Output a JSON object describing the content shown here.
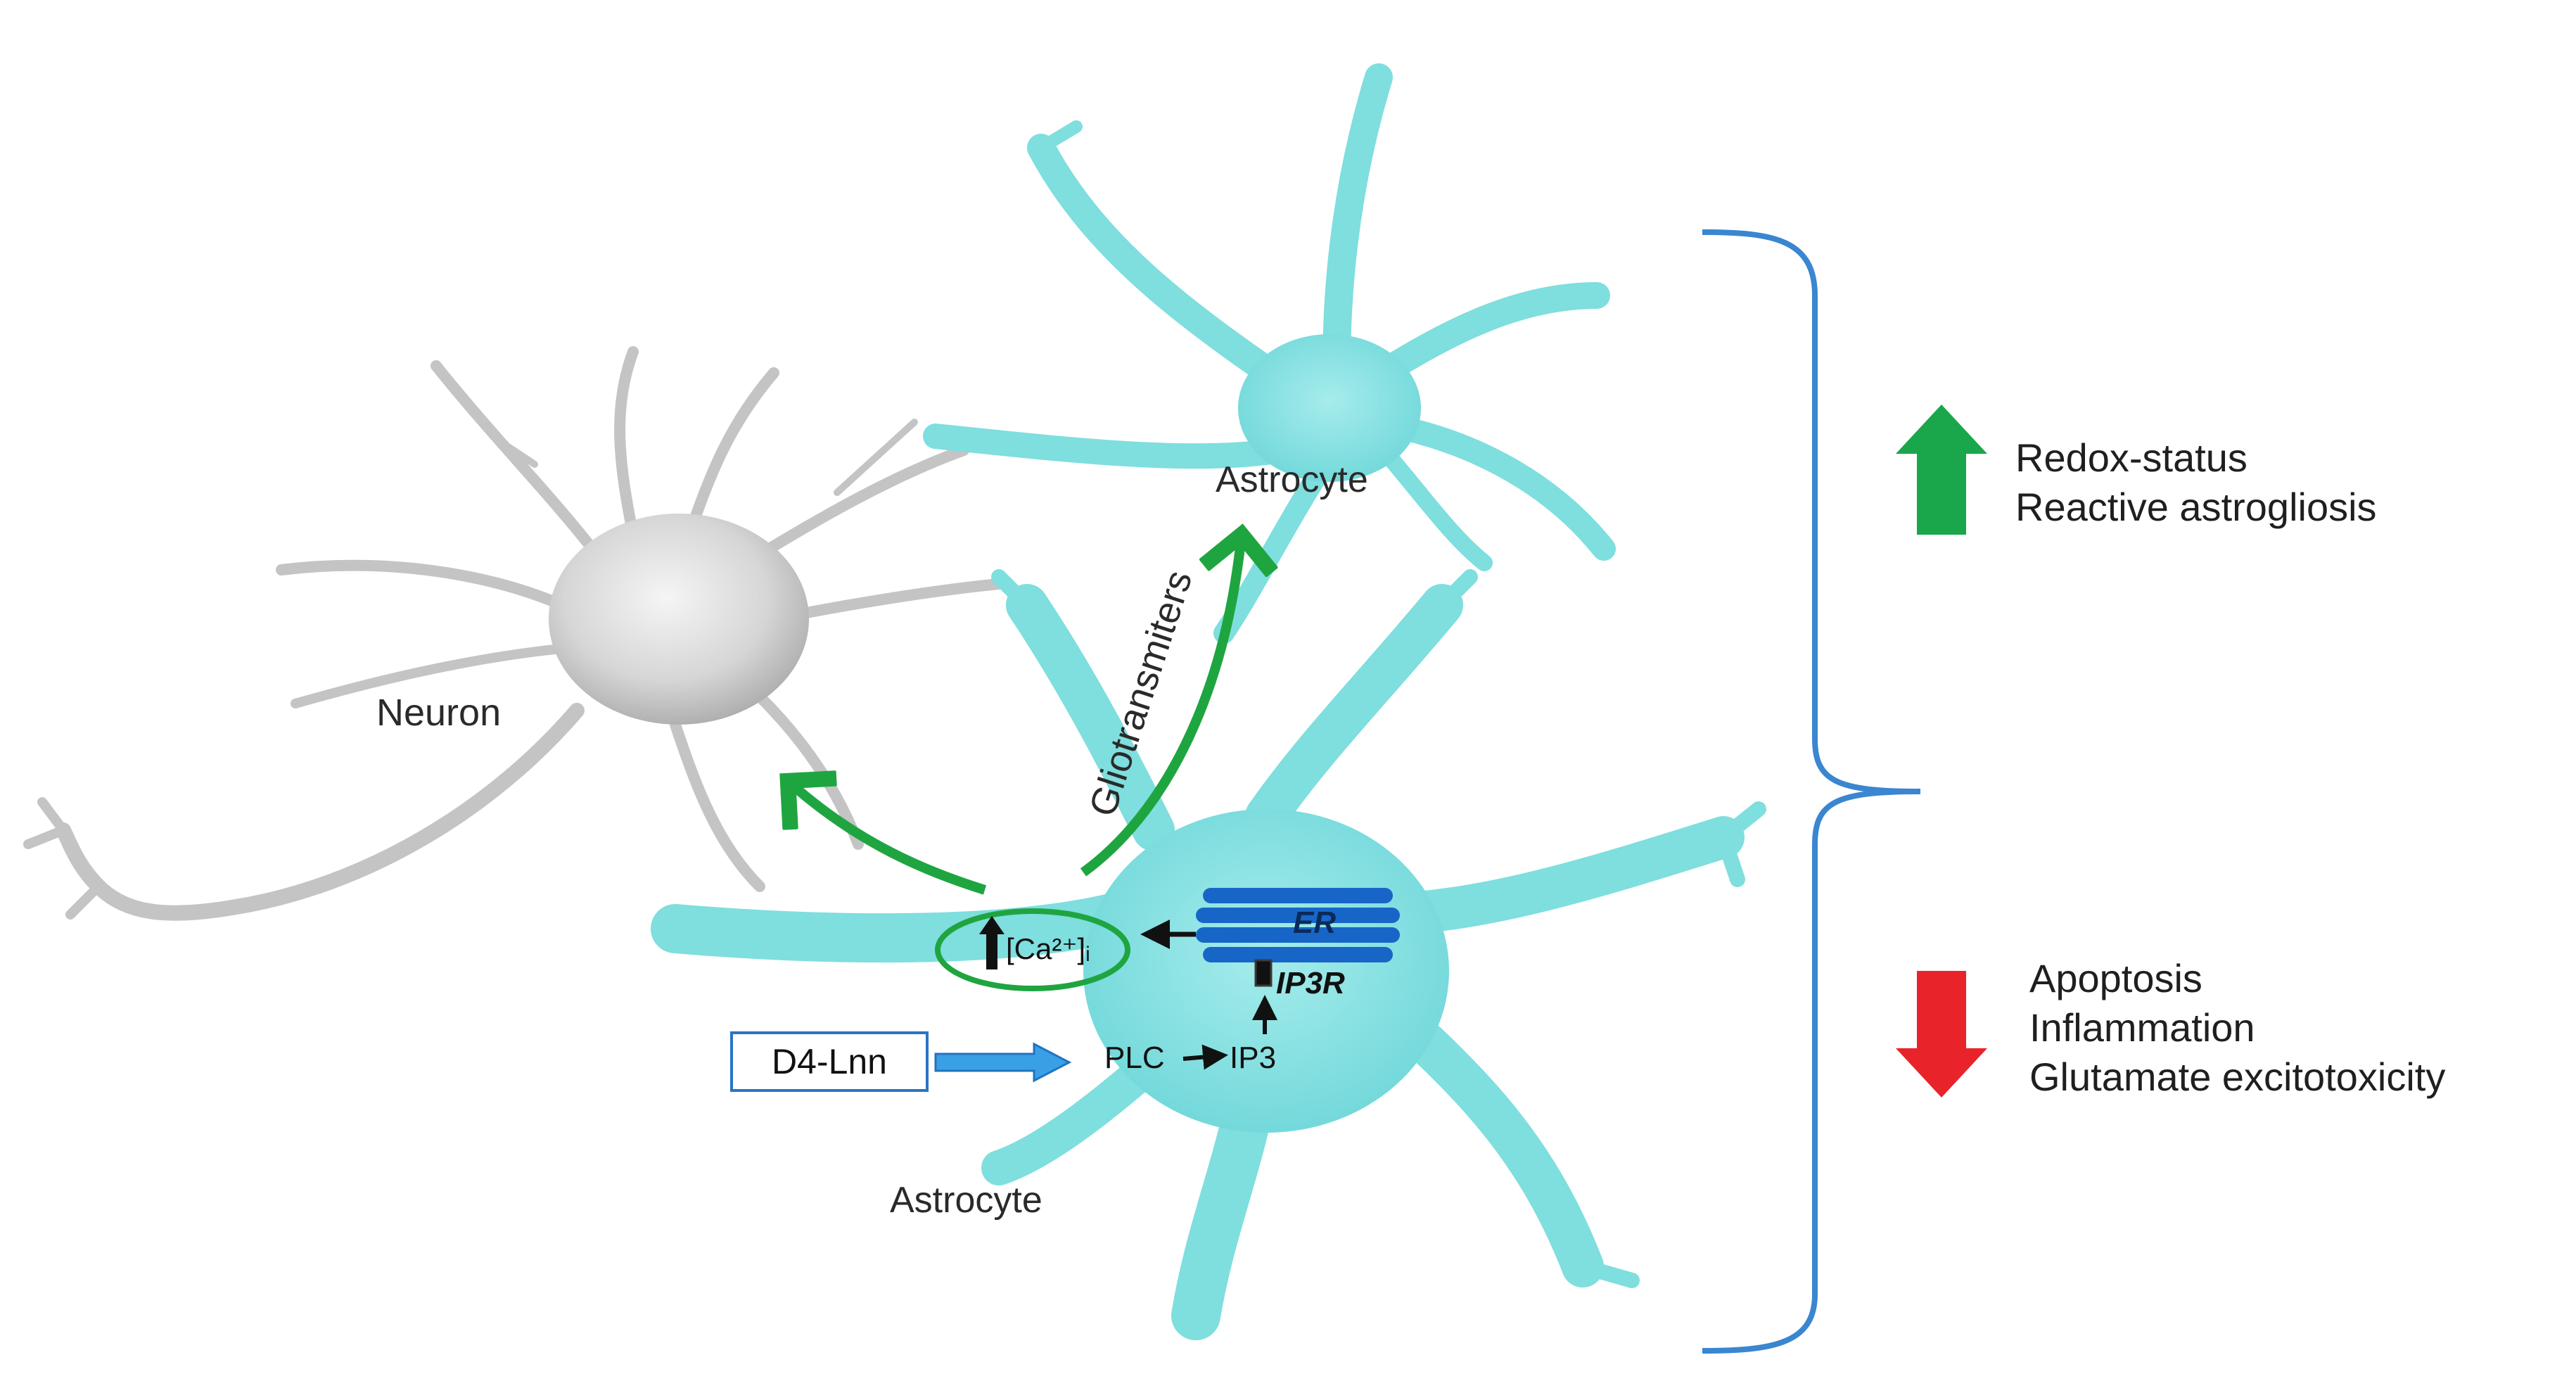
{
  "labels": {
    "neuron": "Neuron",
    "astrocyte_top": "Astrocyte",
    "astrocyte_bottom": "Astrocyte",
    "gliotransmitters": "Gliotransmiters",
    "er": "ER",
    "ip3r": "IP3R",
    "calcium": "[Ca²⁺]ᵢ",
    "plc": "PLC",
    "ip3": "IP3",
    "d4_lnn": "D4-Lnn"
  },
  "effects": {
    "increased": [
      "Redox-status",
      "Reactive astrogliosis"
    ],
    "decreased": [
      "Apoptosis",
      "Inflammation",
      "Glutamate excitotoxicity"
    ]
  },
  "colors": {
    "astrocyte": "#7fdede",
    "neuron": "#d9d9d9",
    "green_arrow": "#1fa540",
    "blue_arrow": "#3aa0e6",
    "er": "#1766c7",
    "bracket": "#3a86d0",
    "up_arrow": "#1aa64a",
    "down_arrow": "#e8242a"
  },
  "icons": {
    "up": "up-arrow-icon",
    "down": "down-arrow-icon"
  }
}
